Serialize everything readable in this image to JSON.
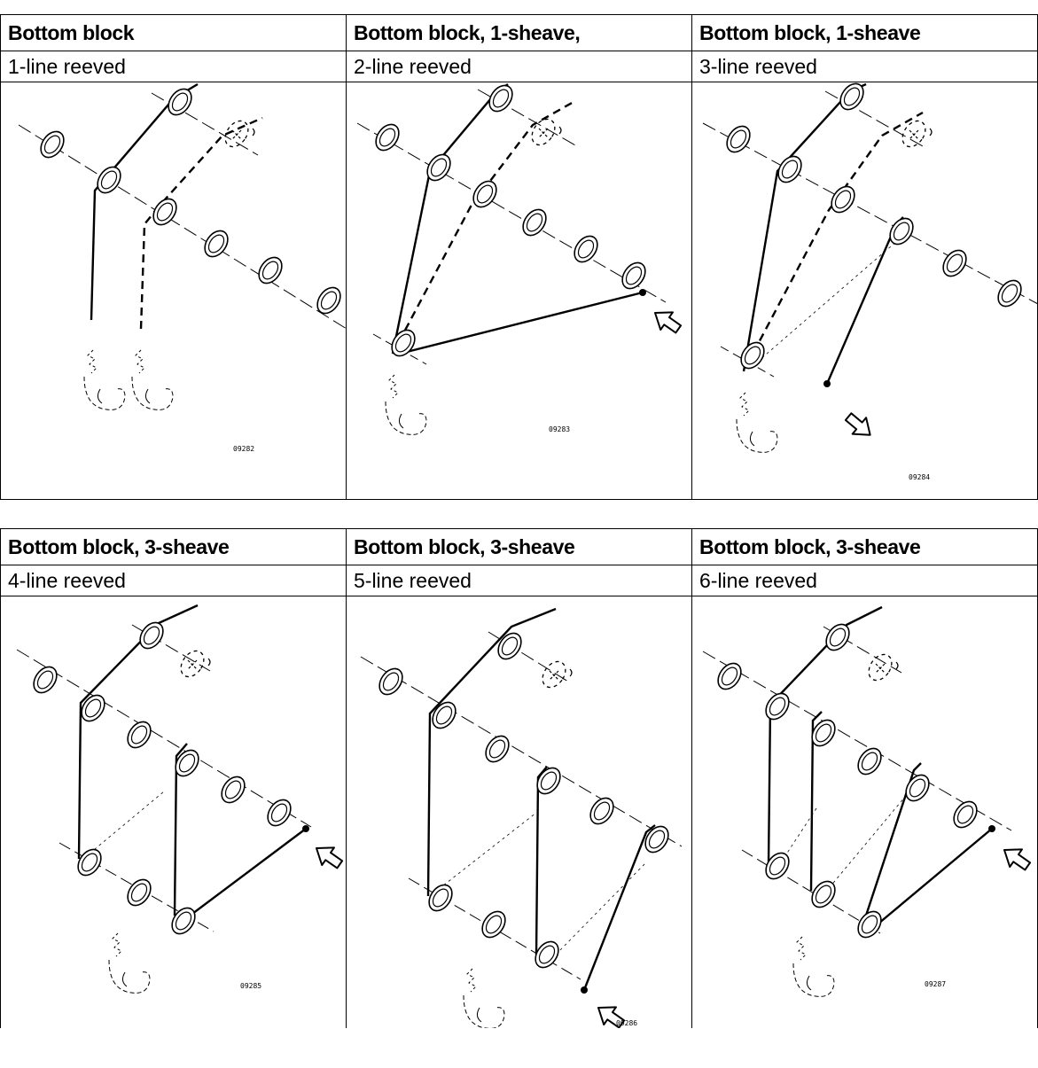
{
  "row1": {
    "cells": [
      {
        "title": "Bottom block",
        "subtitle": "1-line reeved",
        "code": "09282"
      },
      {
        "title": "Bottom block, 1-sheave,",
        "subtitle": "2-line reeved",
        "code": "09283"
      },
      {
        "title": "Bottom block, 1-sheave",
        "subtitle": "3-line reeved",
        "code": "09284"
      }
    ]
  },
  "row2": {
    "cells": [
      {
        "title": "Bottom block, 3-sheave",
        "subtitle": "4-line reeved",
        "code": "09285"
      },
      {
        "title": "Bottom block, 3-sheave",
        "subtitle": "5-line reeved",
        "code": "09286"
      },
      {
        "title": "Bottom block, 3-sheave",
        "subtitle": "6-line reeved",
        "code": "09287"
      }
    ]
  }
}
